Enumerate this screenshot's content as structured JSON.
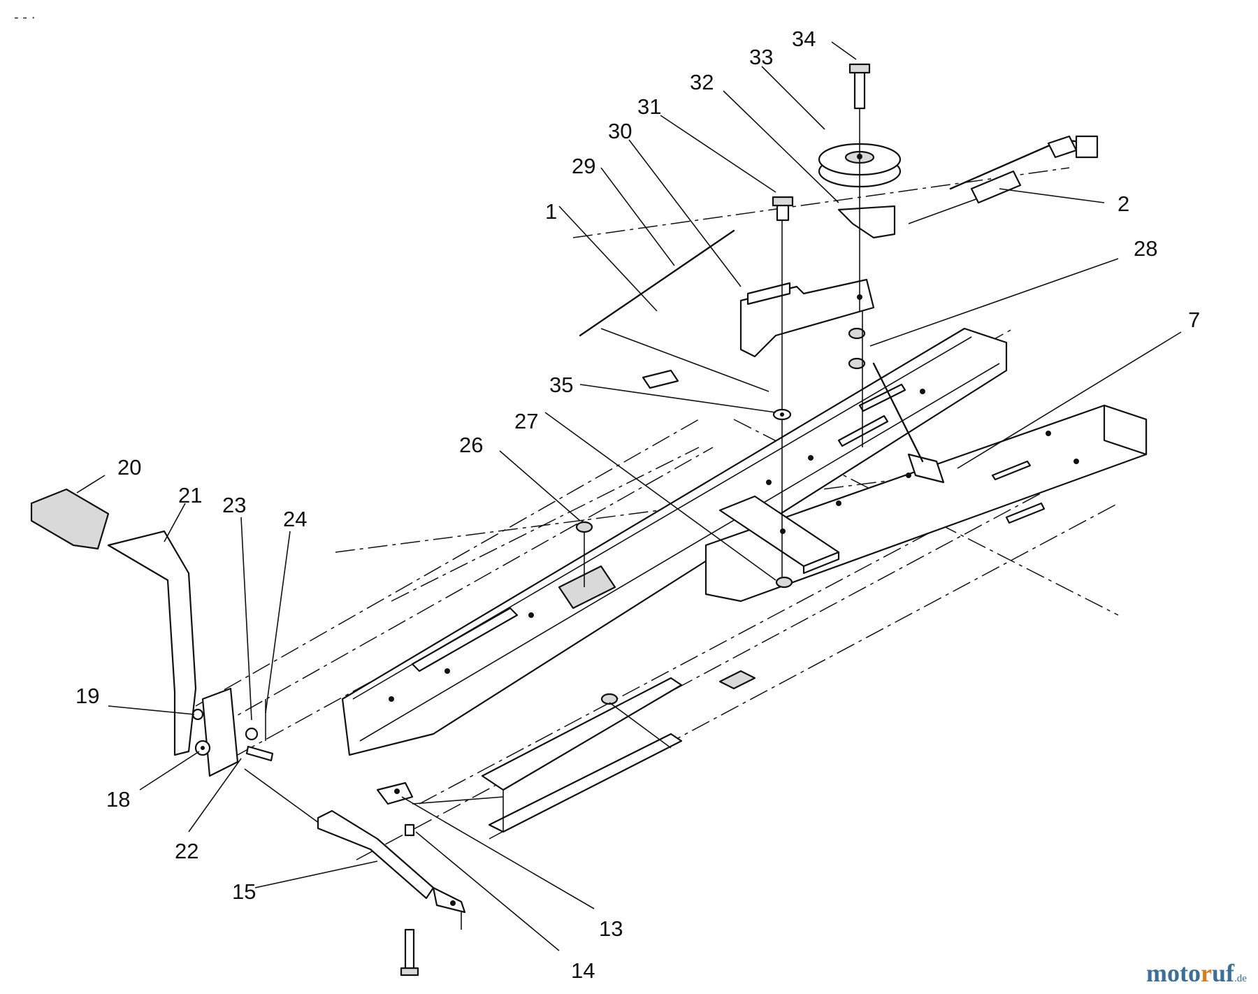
{
  "diagram": {
    "corner_mark": "- - ·",
    "part_numbers": [
      "34",
      "33",
      "32",
      "31",
      "30",
      "29",
      "1",
      "2",
      "28",
      "7",
      "35",
      "27",
      "26",
      "20",
      "21",
      "23",
      "24",
      "19",
      "18",
      "22",
      "15",
      "13",
      "14"
    ],
    "watermark": {
      "main": "moto",
      "accent": "r",
      "tail": "uf",
      "tld": ".de"
    }
  }
}
